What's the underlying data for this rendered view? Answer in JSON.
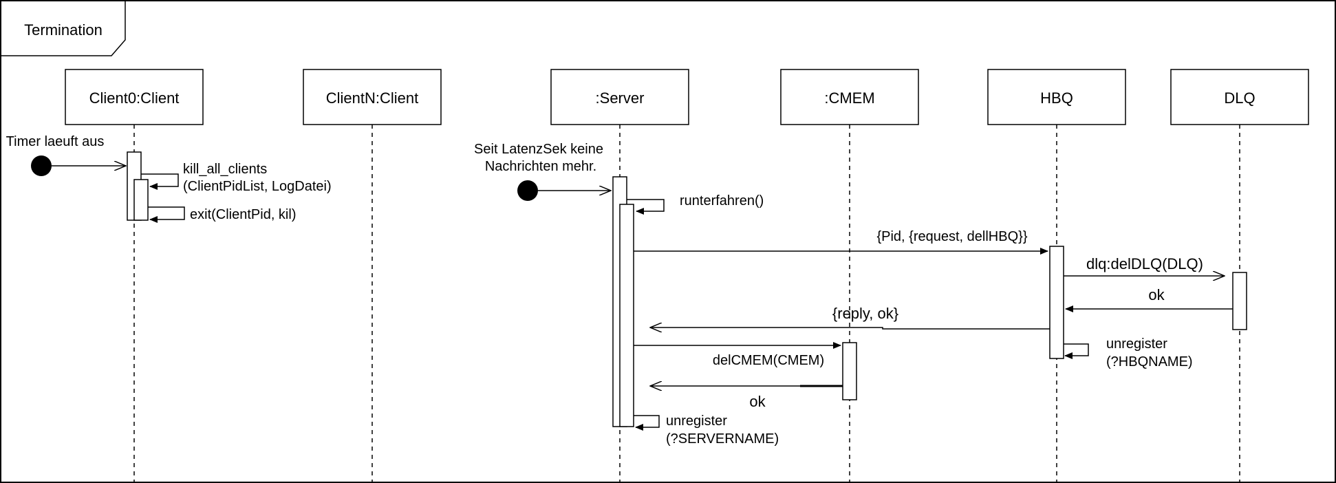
{
  "frame": {
    "title": "Termination"
  },
  "lifelines": [
    {
      "id": "client0",
      "label": "Client0:Client"
    },
    {
      "id": "clientN",
      "label": "ClientN:Client"
    },
    {
      "id": "server",
      "label": ":Server"
    },
    {
      "id": "cmem",
      "label": ":CMEM"
    },
    {
      "id": "hbq",
      "label": "HBQ"
    },
    {
      "id": "dlq",
      "label": "DLQ"
    }
  ],
  "notes": {
    "client_trigger": "Timer laeuft aus",
    "server_trigger_line1": "Seit LatenzSek keine",
    "server_trigger_line2": "Nachrichten mehr."
  },
  "messages": {
    "kill_line1": "kill_all_clients",
    "kill_line2": "(ClientPidList, LogDatei)",
    "exit": "exit(ClientPid, kil)",
    "runterfahren": "runterfahren()",
    "request_dellhbq": "{Pid, {request, dellHBQ}}",
    "dlq_deldlq": "dlq:delDLQ(DLQ)",
    "ok_dlq": "ok",
    "reply_ok": "{reply, ok}",
    "hbq_unregister_line1": "unregister",
    "hbq_unregister_line2": "(?HBQNAME)",
    "delcmem": "delCMEM(CMEM)",
    "ok_cmem": "ok",
    "server_unregister_line1": "unregister",
    "server_unregister_line2": "(?SERVERNAME)"
  }
}
